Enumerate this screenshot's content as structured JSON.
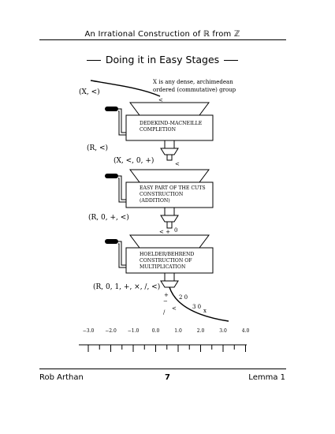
{
  "header": {
    "title": "An Irrational Construction of ℝ from ℤ"
  },
  "slide": {
    "title": "Doing it in Easy Stages"
  },
  "diagram": {
    "input_label": "(X, <)",
    "input_note_line1": "X is any dense, archimedean",
    "input_note_line2": "ordered (commutative) group",
    "stage1": {
      "line1": "DEDEKIND-MACNEILLE",
      "line2": "COMPLETION"
    },
    "stage1_output": "(R, <)",
    "stage2_input": "(X, <, 0, +)",
    "stage2": {
      "line1": "EASY PART OF THE CUTS",
      "line2": "CONSTRUCTION",
      "line3": "(ADDITION)"
    },
    "stage2_output": "(R, 0, +, <)",
    "stage3": {
      "line1": "HOELDER/BEHREND",
      "line2": "CONSTRUCTION OF",
      "line3": "MULTIPLICATION"
    },
    "stage3_output": "(R, 0, 1, +, ×, /, <)",
    "ops": {
      "lt1": "<",
      "lt2": "<",
      "plus_zero_a": "< +",
      "plus_zero_b": "0",
      "out_plus": "+",
      "out_minus": "−",
      "out_slash": "/",
      "out_lt": "<",
      "out_20": "2 0",
      "out_30": "3 0",
      "out_x": "x"
    },
    "scale": {
      "labels": [
        "−3.0",
        "−2.0",
        "−1.0",
        "0.0",
        "1.0",
        "2.0",
        "3.0",
        "4.0"
      ]
    }
  },
  "footer": {
    "author": "Rob Arthan",
    "page": "7",
    "label": "Lemma 1"
  }
}
